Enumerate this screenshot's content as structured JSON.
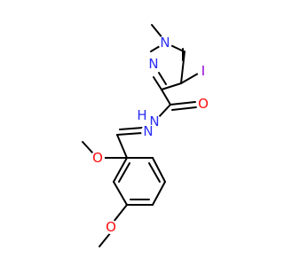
{
  "colors": {
    "bond": "#000000",
    "carbon": "#000000",
    "nitrogen": "#2a2df5",
    "oxygen": "#ff0d0d",
    "iodine": "#9400d4"
  },
  "atoms": {
    "n1": "N",
    "n2": "N",
    "iodine": "I",
    "o_carbonyl": "O",
    "nh": "N",
    "h_of_nh": "H",
    "n_imine": "N",
    "o_methoxy_ortho": "O",
    "o_methoxy_para": "O"
  }
}
